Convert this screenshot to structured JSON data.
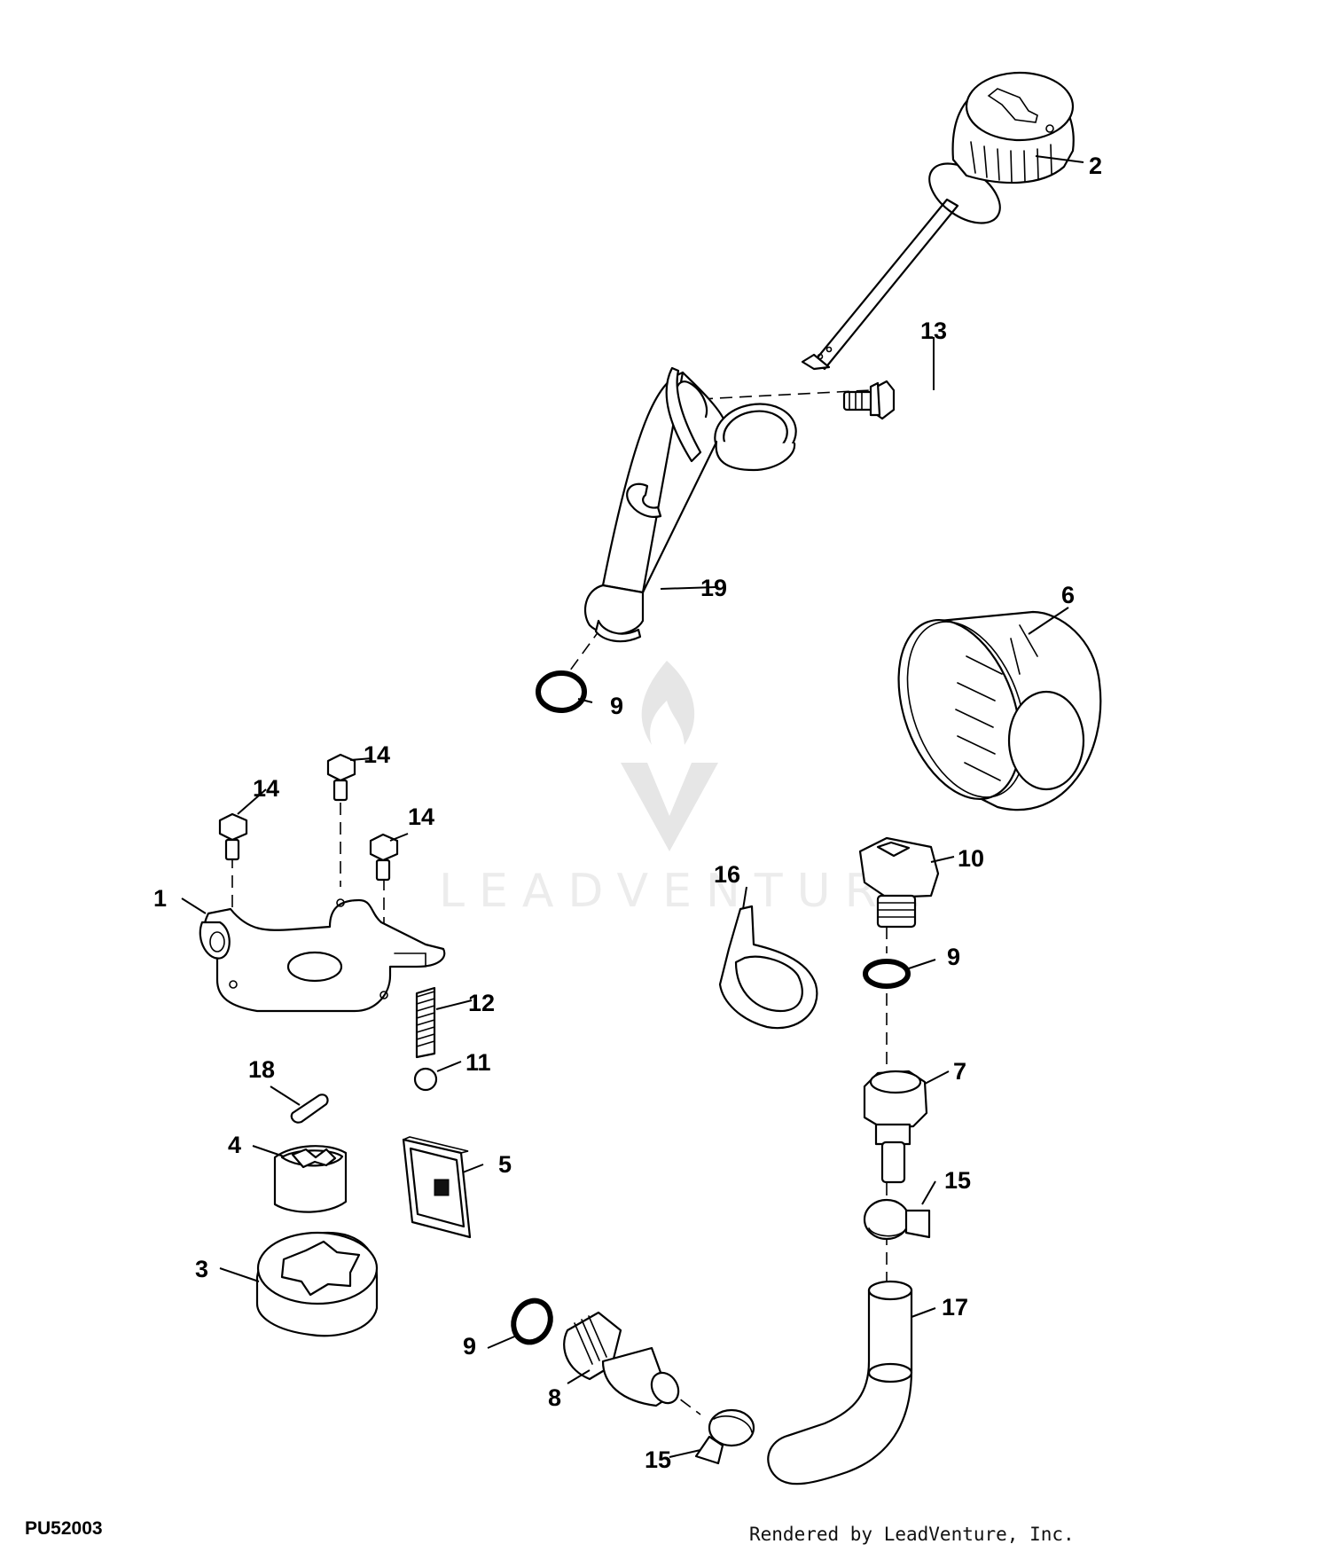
{
  "diagram": {
    "code": "PU52003",
    "credit": "Rendered by LeadVenture, Inc.",
    "watermark": {
      "brand": "LEADVENTURE"
    },
    "callouts": {
      "c1": "1",
      "c2": "2",
      "c3": "3",
      "c4": "4",
      "c5": "5",
      "c6": "6",
      "c7": "7",
      "c8": "8",
      "c9a": "9",
      "c9b": "9",
      "c9c": "9",
      "c10": "10",
      "c11": "11",
      "c12": "12",
      "c13": "13",
      "c14a": "14",
      "c14b": "14",
      "c14c": "14",
      "c15a": "15",
      "c15b": "15",
      "c16": "16",
      "c17": "17",
      "c18": "18",
      "c19": "19"
    },
    "colors": {
      "line": "#000000",
      "background": "#ffffff",
      "watermark": "#e6e6e6"
    }
  }
}
